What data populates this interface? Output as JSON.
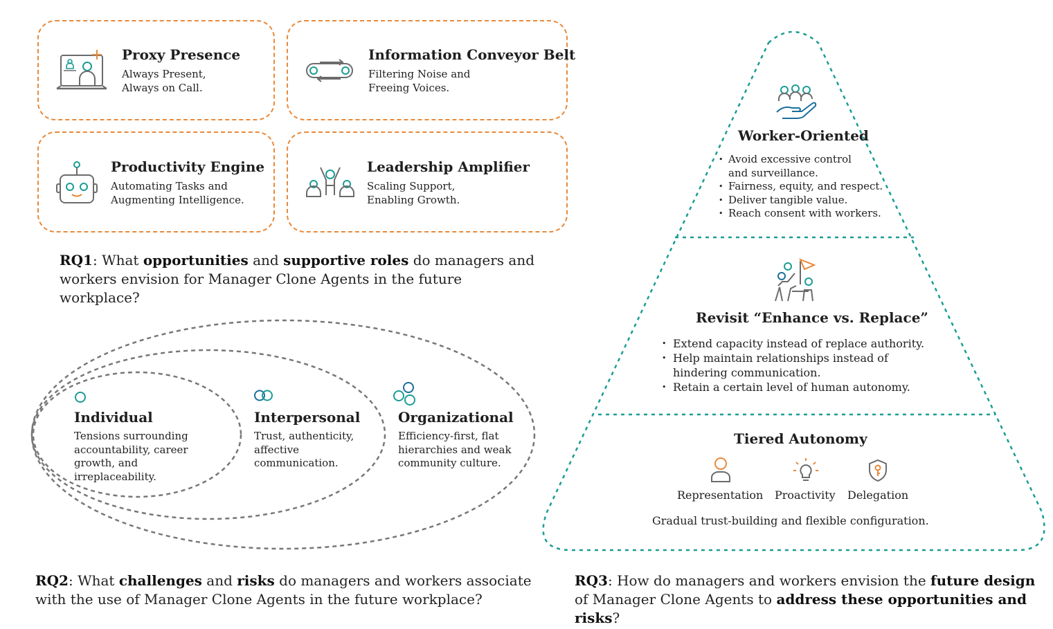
{
  "rq1": {
    "cards": [
      {
        "title": "Proxy Presence",
        "sub1": "Always Present,",
        "sub2": "Always on Call.",
        "icon": "laptop-person-icon"
      },
      {
        "title": "Information Conveyor Belt",
        "sub1": "Filtering Noise and",
        "sub2": "Freeing Voices.",
        "icon": "conveyor-belt-icon"
      },
      {
        "title": "Productivity Engine",
        "sub1": "Automating Tasks and",
        "sub2": "Augmenting Intelligence.",
        "icon": "robot-icon"
      },
      {
        "title": "Leadership Amplifier",
        "sub1": "Scaling Support,",
        "sub2": "Enabling Growth.",
        "icon": "group-leader-icon"
      }
    ],
    "question": {
      "label": "RQ1",
      "p1": ": What ",
      "b1": "opportunities",
      "p2": " and ",
      "b2": "supportive roles",
      "p3": " do managers and workers envision for Manager Clone Agents in the future workplace?"
    }
  },
  "rq2": {
    "levels": [
      {
        "title": "Individual",
        "text": "Tensions surrounding accountability, career growth, and irreplaceability.",
        "icon": "single-circle-icon"
      },
      {
        "title": "Interpersonal",
        "text": "Trust, authenticity, affective communication.",
        "icon": "double-circle-icon"
      },
      {
        "title": "Organizational",
        "text": "Efficiency-first, flat hierarchies and weak community culture.",
        "icon": "triple-circle-icon"
      }
    ],
    "question": {
      "label": "RQ2",
      "p1": ": What ",
      "b1": "challenges",
      "p2": " and ",
      "b2": "risks",
      "p3": " do managers and workers associate with the use of Manager Clone Agents in the future workplace?"
    }
  },
  "rq3": {
    "worker": {
      "title": "Worker-Oriented",
      "bullets": [
        "Avoid excessive control and surveillance.",
        "Fairness, equity, and respect.",
        "Deliver tangible value.",
        "Reach consent with workers."
      ],
      "icon": "hand-holding-people-icon"
    },
    "revisit": {
      "title": "Revisit “Enhance vs. Replace”",
      "bullets": [
        "Extend capacity instead of replace authority.",
        "Help maintain relationships instead of hindering communication.",
        "Retain a certain level of human autonomy."
      ],
      "icon": "team-flag-icon"
    },
    "tiered": {
      "title": "Tiered Autonomy",
      "items": [
        {
          "label": "Representation",
          "icon": "person-icon",
          "color": "#e8893a"
        },
        {
          "label": "Proactivity",
          "icon": "lightbulb-icon",
          "color": "#e8893a"
        },
        {
          "label": "Delegation",
          "icon": "shield-key-icon",
          "color": "#6b6b6b"
        }
      ],
      "sentence": "Gradual trust-building and flexible configuration."
    },
    "question": {
      "label": "RQ3",
      "p1": ": How do managers and workers envision the ",
      "b1": "future design",
      "p2": " of Manager Clone Agents to ",
      "b2": "address these opportunities and risks",
      "p3": "?"
    }
  },
  "colors": {
    "orange": "#e8893a",
    "teal": "#1a9c96",
    "gray": "#6b6b6b",
    "dashed_gray": "#777777"
  }
}
